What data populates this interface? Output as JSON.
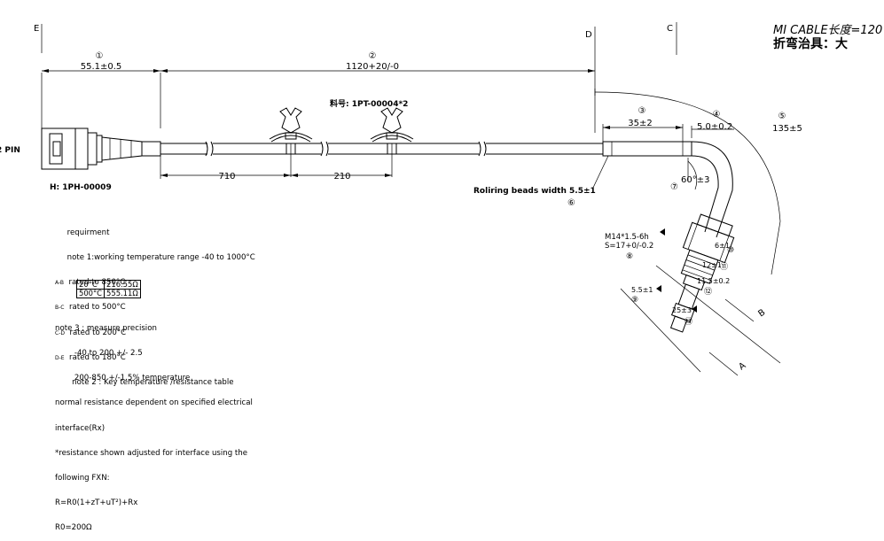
{
  "title_note": {
    "cable_length": "MI CABLE长度=120",
    "bending_tool": "折弯治具：大"
  },
  "zones": {
    "e": "E",
    "d": "D",
    "c": "C",
    "b": "B",
    "a": "A"
  },
  "dimensions": {
    "d1": "55.1±0.5",
    "d2": "1120+20/-0",
    "d3": "35±2",
    "d4": "5.0±0.2",
    "d5": "135±5",
    "d6": "Roliring beads width 5.5±1",
    "d7": "60°±3",
    "d8": "M14*1.5-6h",
    "d8b": "S=17+0/-0.2",
    "d9": "5.5±1",
    "d10": "6±1",
    "d11": "12±1",
    "d12": "11.5±0.2",
    "d13": "25±3",
    "clip_spacing_1": "710",
    "clip_spacing_2": "210"
  },
  "callouts": [
    "①",
    "②",
    "③",
    "④",
    "⑤",
    "⑥",
    "⑦",
    "⑧",
    "⑨",
    "⑩",
    "⑪",
    "⑫",
    "⑬"
  ],
  "labels": {
    "pin": "2 PIN",
    "connector_part": "H: 1PH-00009",
    "clip_part": "料号: 1PT-00004*2"
  },
  "notes": {
    "lines": [
      {
        "prefix": "",
        "text": "requirment"
      },
      {
        "prefix": "",
        "text": "note 1:working temperature range -40 to 1000°C"
      },
      {
        "prefix": "A-B",
        "text": "rated to 850°C"
      },
      {
        "prefix": "B-C",
        "text": "rated to 500°C"
      },
      {
        "prefix": "C-D",
        "text": "rated to 200°C"
      },
      {
        "prefix": "D-E",
        "text": "rated to 180°C"
      },
      {
        "prefix": "",
        "text": "note 2 : Key temperature /resistance table"
      }
    ],
    "lines2": [
      {
        "text": "note 3 : measure precision"
      },
      {
        "text": "        -40 to 200 +/- 2.5"
      },
      {
        "text": "        200-850 +/-1.5% temperature"
      },
      {
        "text": "normal resistance dependent on specified electrical"
      },
      {
        "text": "interface(Rx)"
      },
      {
        "text": "*resistance shown adjusted for interface using the"
      },
      {
        "text": "following FXN:"
      },
      {
        "text": "R=R0(1+zT+uT²)+Rx"
      },
      {
        "text": "R0=200Ω"
      }
    ]
  },
  "resistance_table": {
    "rows": [
      {
        "temp": "20°C",
        "res": "216.55Ω"
      },
      {
        "temp": "500°C",
        "res": "555.11Ω"
      }
    ]
  }
}
